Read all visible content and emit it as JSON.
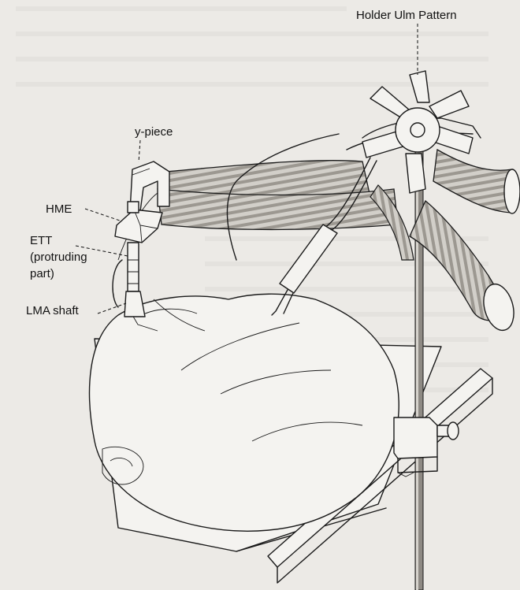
{
  "labels": {
    "holder": "Holder Ulm Pattern",
    "ypiece": "y-piece",
    "hme": "HME",
    "ett_line1": "ETT",
    "ett_line2": "(protruding",
    "ett_line3": "part)",
    "lma": "LMA shaft"
  },
  "colors": {
    "background": "#eceae6",
    "ink": "#1a1a1a",
    "hose_fill": "#b9b6b0",
    "table_fill": "#f4f3f0"
  }
}
